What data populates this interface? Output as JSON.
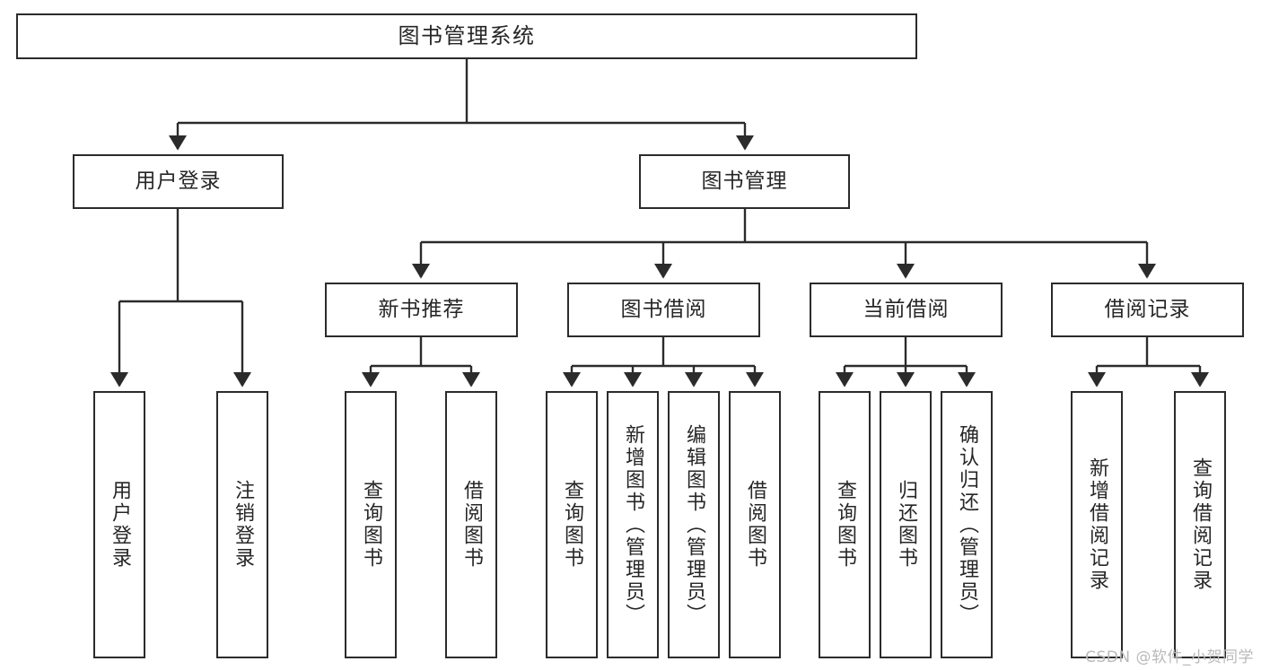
{
  "diagram": {
    "type": "tree",
    "title": "图书管理系统",
    "orientation": "top-down",
    "colors": {
      "border": "#2b2b2b",
      "text": "#262626",
      "background": "#ffffff",
      "edge": "#2b2b2b",
      "watermark": "#b9b9b9"
    },
    "root": {
      "label": "图书管理系统"
    },
    "level2": [
      {
        "label": "用户登录"
      },
      {
        "label": "图书管理"
      }
    ],
    "level3": [
      {
        "label": "新书推荐"
      },
      {
        "label": "图书借阅"
      },
      {
        "label": "当前借阅"
      },
      {
        "label": "借阅记录"
      }
    ],
    "leaves": {
      "user_login": [
        {
          "label": "用户登录"
        },
        {
          "label": "注销登录"
        }
      ],
      "new_book_recommend": [
        {
          "label": "查询图书"
        },
        {
          "label": "借阅图书"
        }
      ],
      "book_borrow": [
        {
          "label": "查询图书"
        },
        {
          "label": "新增图书（管理员）"
        },
        {
          "label": "编辑图书（管理员）"
        },
        {
          "label": "借阅图书"
        }
      ],
      "current_borrow": [
        {
          "label": "查询图书"
        },
        {
          "label": "归还图书"
        },
        {
          "label": "确认归还（管理员）"
        }
      ],
      "borrow_record": [
        {
          "label": "新增借阅记录"
        },
        {
          "label": "查询借阅记录"
        }
      ]
    }
  },
  "watermark": {
    "text": "CSDN @软件_小贺同学"
  }
}
